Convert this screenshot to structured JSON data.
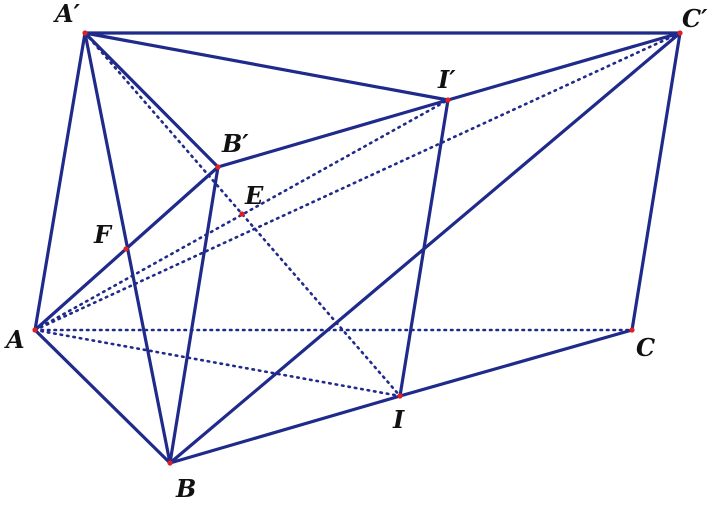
{
  "diagram": {
    "labels": {
      "A_prime": "A′",
      "C_prime": "C′",
      "I_prime": "I′",
      "B_prime": "B′",
      "E": "E",
      "F": "F",
      "A": "A",
      "C": "C",
      "I": "I",
      "B": "B"
    }
  }
}
